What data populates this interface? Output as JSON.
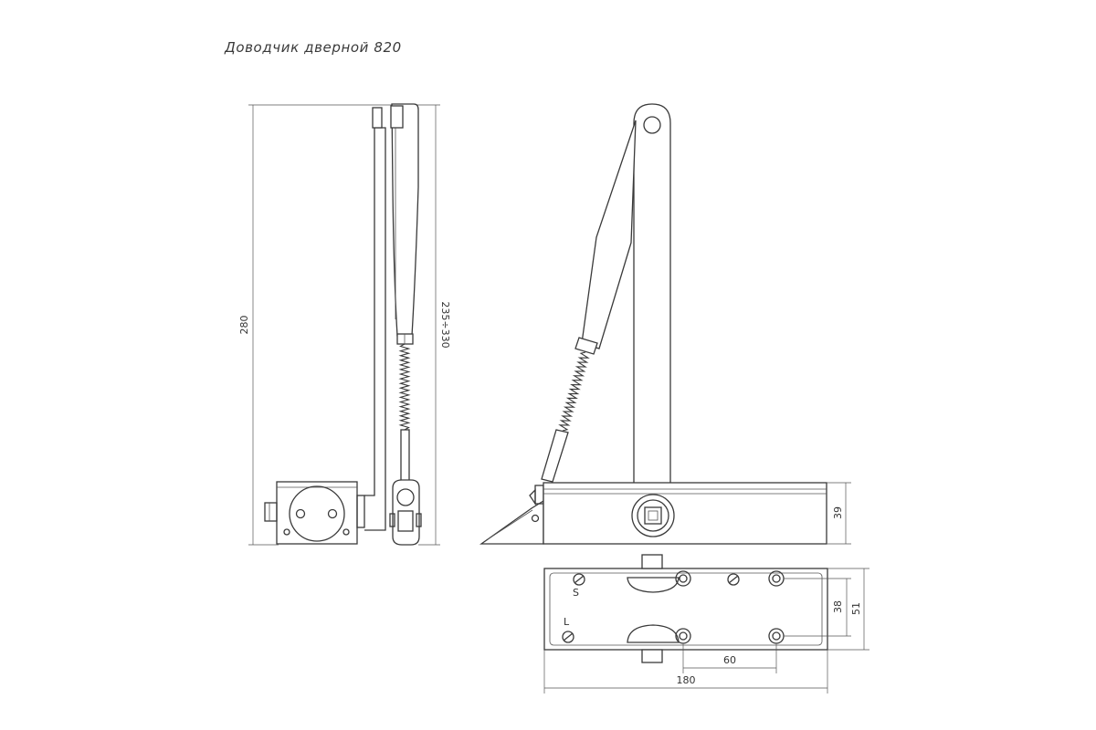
{
  "title": "Доводчик дверной 820",
  "dimensions": {
    "side_height": "280",
    "arm_range": "235÷330",
    "body_height": "39",
    "plate_inner": "38",
    "plate_outer": "51",
    "hole_spacing": "60",
    "total_length": "180"
  },
  "labels": {
    "strong": "S",
    "light": "L"
  },
  "colors": {
    "line": "#3a3a3a",
    "background": "#ffffff"
  }
}
